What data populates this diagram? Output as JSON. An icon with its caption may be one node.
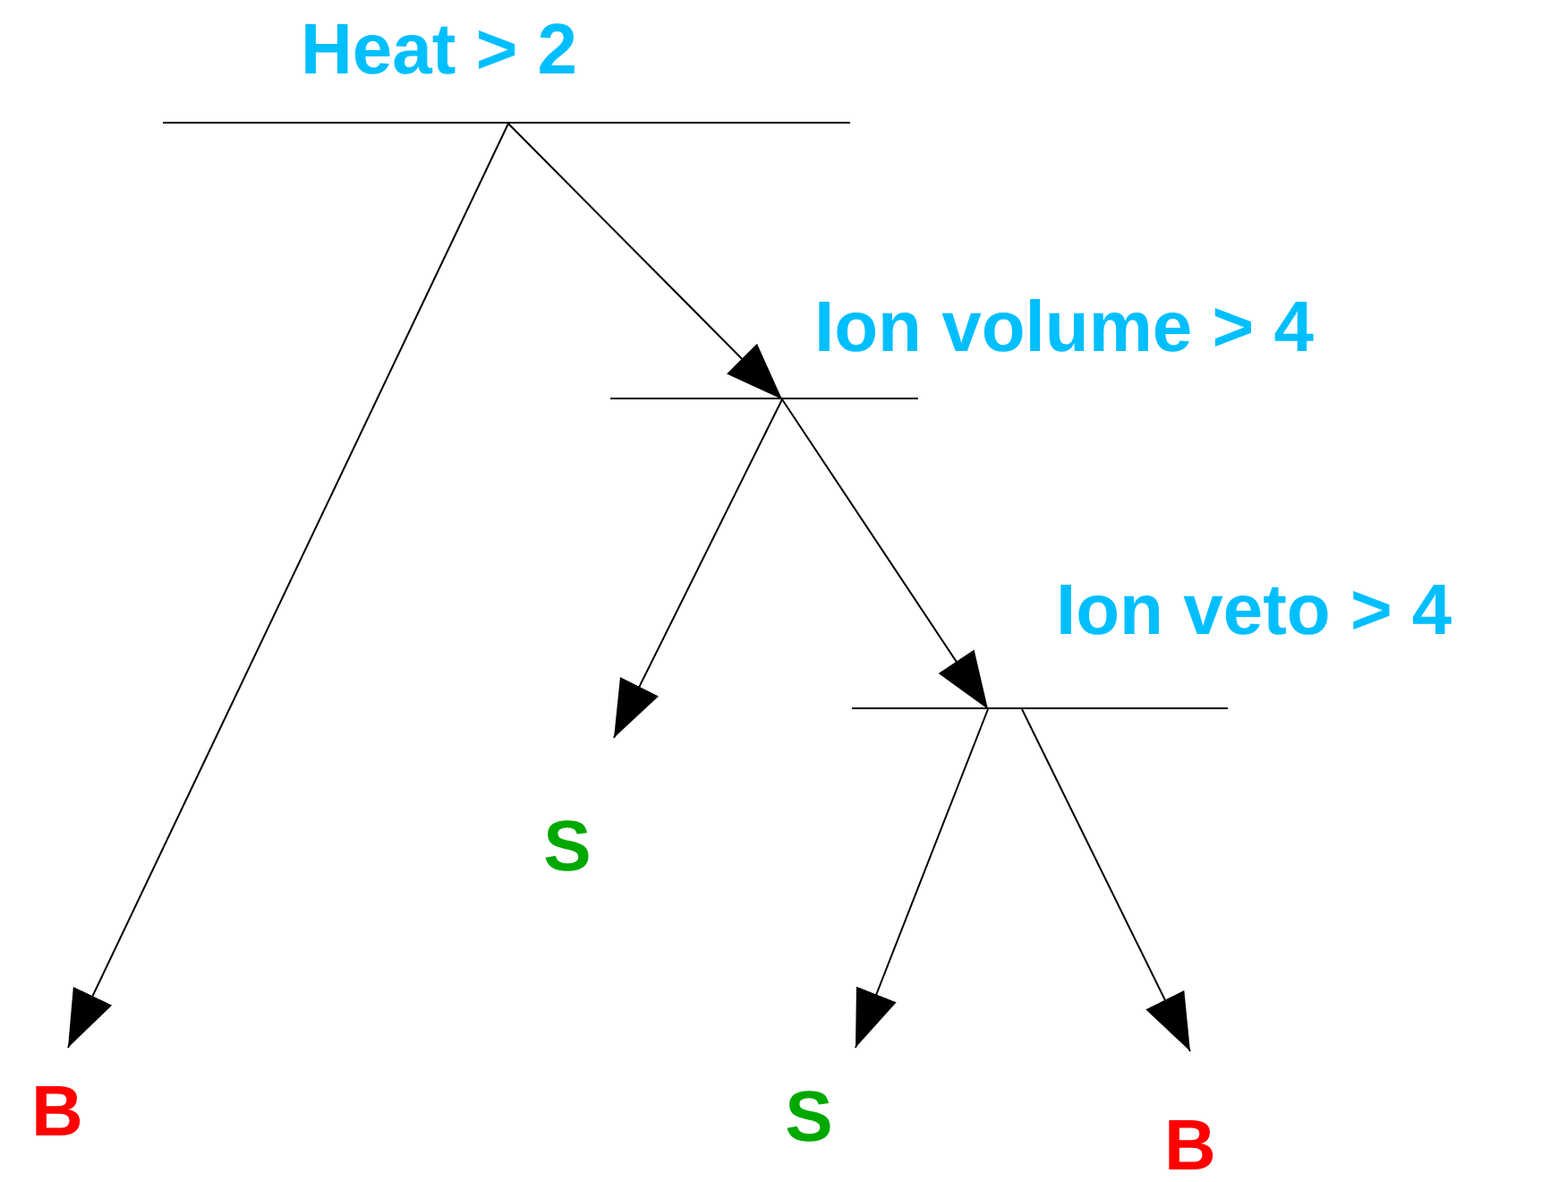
{
  "diagram": {
    "nodes": [
      {
        "text": [
          "Heat > 2"
        ]
      },
      {
        "text": [
          "Ion volume > 4"
        ]
      },
      {
        "text": [
          "S"
        ]
      },
      {
        "text": [
          "Ion veto > 4"
        ]
      },
      {
        "text": [
          "B"
        ]
      },
      {
        "text": [
          "S"
        ]
      },
      {
        "text": [
          "B"
        ]
      }
    ],
    "edges": [
      {
        "from": 0,
        "to": 4,
        "arrow": "to"
      },
      {
        "from": 0,
        "to": 1,
        "arrow": "to"
      },
      {
        "from": 1,
        "to": 2,
        "arrow": "to"
      },
      {
        "from": 1,
        "to": 3,
        "arrow": "to"
      },
      {
        "from": 3,
        "to": 5,
        "arrow": "to"
      },
      {
        "from": 3,
        "to": 6,
        "arrow": "to"
      }
    ]
  }
}
